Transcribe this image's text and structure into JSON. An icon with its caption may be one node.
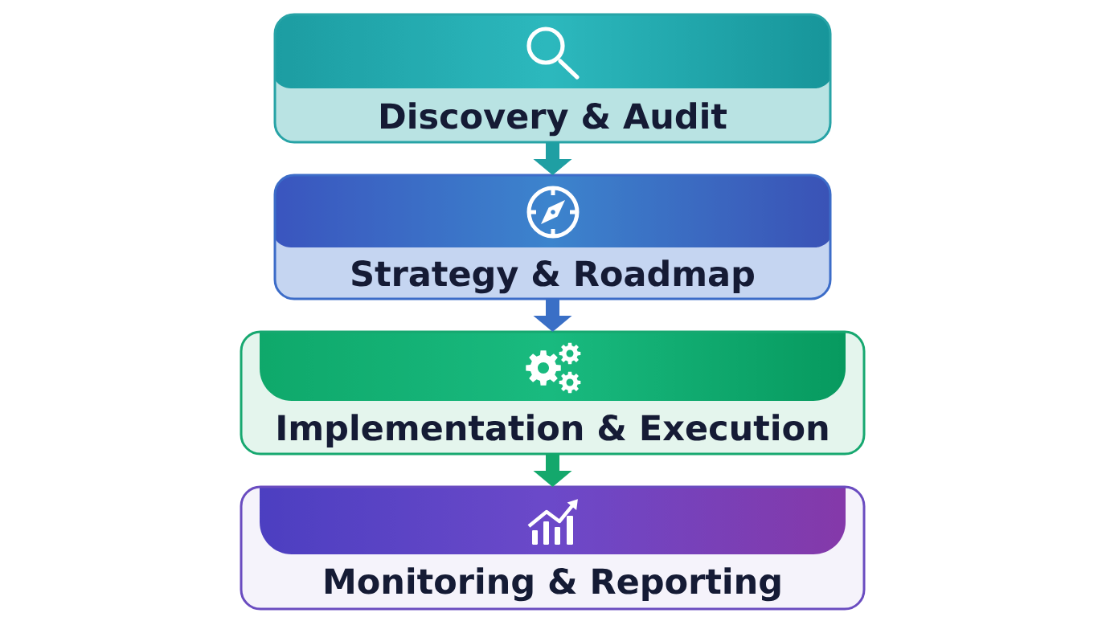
{
  "diagram": {
    "nodes": [
      {
        "text": [
          "Discovery & Audit"
        ]
      },
      {
        "text": [
          "Strategy & Roadmap"
        ]
      },
      {
        "text": [
          "Implementation & Execution"
        ]
      },
      {
        "text": [
          "Monitoring & Reporting"
        ]
      }
    ],
    "edges": [
      {
        "from": 0,
        "to": 1,
        "arrow": "to",
        "color": "#1f9fa3"
      },
      {
        "from": 1,
        "to": 2,
        "arrow": "to",
        "color": "#3a6fc6"
      },
      {
        "from": 2,
        "to": 3,
        "arrow": "to",
        "color": "#14a86c"
      }
    ]
  }
}
